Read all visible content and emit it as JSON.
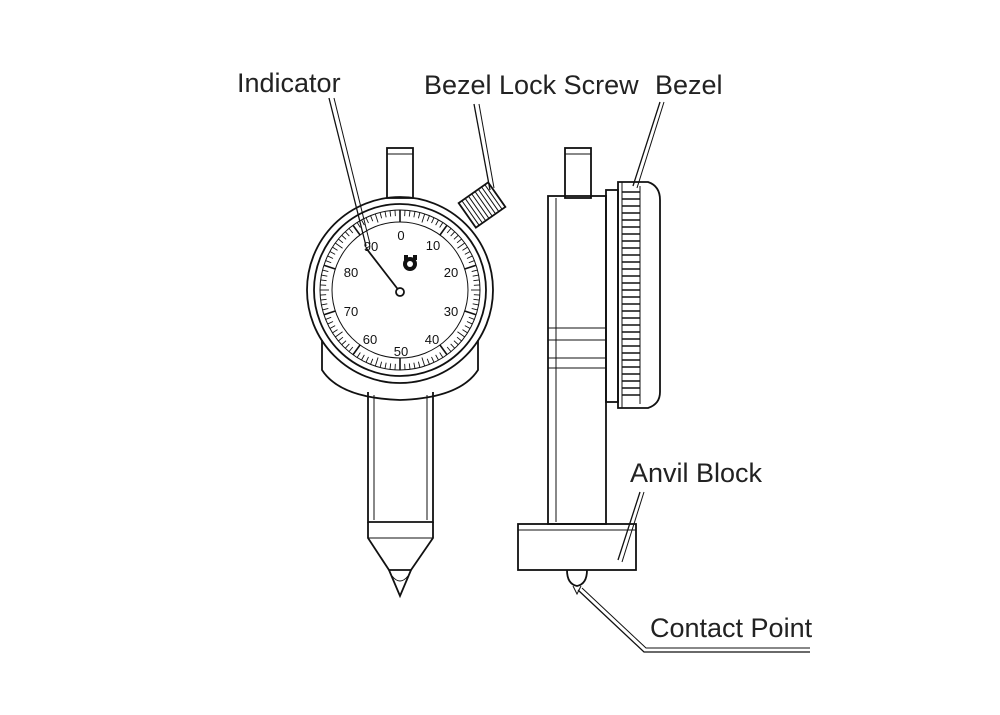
{
  "labels": {
    "indicator": "Indicator",
    "bezel_lock_screw": "Bezel Lock Screw",
    "bezel": "Bezel",
    "anvil_block": "Anvil Block",
    "contact_point": "Contact Point"
  },
  "dial": {
    "numbers": [
      "0",
      "10",
      "20",
      "30",
      "40",
      "50",
      "60",
      "70",
      "80",
      "90"
    ]
  }
}
